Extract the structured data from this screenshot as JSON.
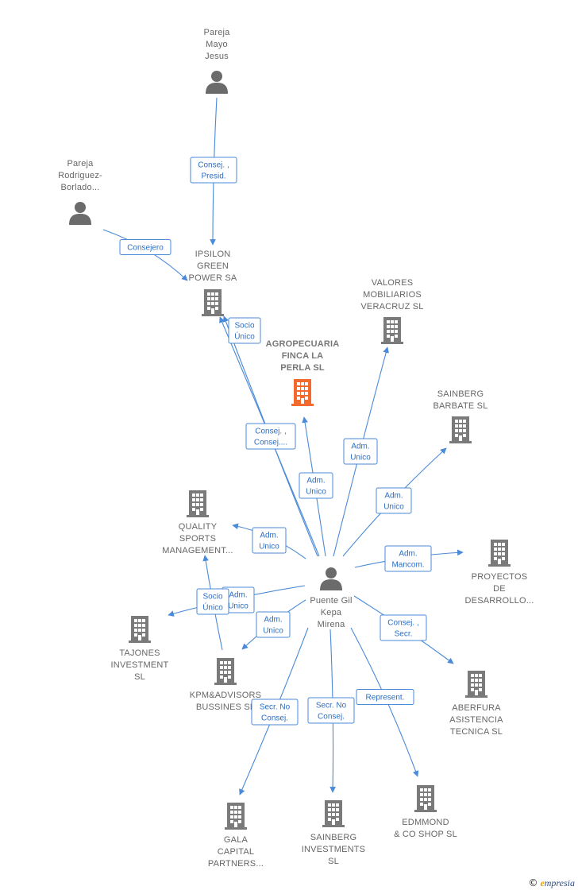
{
  "colors": {
    "edge": "#4a8ad8",
    "company": "#7a7a7a",
    "focus": "#f26a2e",
    "person": "#6b6b6b"
  },
  "nodes": [
    {
      "id": "pareja_mayo",
      "kind": "person",
      "label": [
        "Pareja",
        "Mayo",
        "Jesus"
      ]
    },
    {
      "id": "pareja_rodriguez",
      "kind": "person",
      "label": [
        "Pareja",
        "Rodriguez-",
        "Borlado..."
      ]
    },
    {
      "id": "ipsilon",
      "kind": "company",
      "label": [
        "IPSILON",
        "GREEN",
        "POWER SA"
      ]
    },
    {
      "id": "valores",
      "kind": "company",
      "label": [
        "VALORES",
        "MOBILIARIOS",
        "VERACRUZ  SL"
      ]
    },
    {
      "id": "agropecuaria",
      "kind": "focus",
      "label": [
        "AGROPECUARIA",
        "FINCA LA",
        "PERLA  SL"
      ]
    },
    {
      "id": "sainberg_barbate",
      "kind": "company",
      "label": [
        "SAINBERG",
        "BARBATE  SL"
      ]
    },
    {
      "id": "quality",
      "kind": "company",
      "label": [
        "QUALITY",
        "SPORTS",
        "MANAGEMENT..."
      ]
    },
    {
      "id": "proyectos",
      "kind": "company",
      "label": [
        "PROYECTOS",
        "DE",
        "DESARROLLO..."
      ]
    },
    {
      "id": "puente",
      "kind": "person",
      "label": [
        "Puente Gil",
        "Kepa",
        "Mirena"
      ]
    },
    {
      "id": "tajones",
      "kind": "company",
      "label": [
        "TAJONES",
        "INVESTMENT",
        "SL"
      ]
    },
    {
      "id": "kpm",
      "kind": "company",
      "label": [
        "KPM&ADVISORS",
        "BUSSINES  SL"
      ]
    },
    {
      "id": "aberfura",
      "kind": "company",
      "label": [
        "ABERFURA",
        "ASISTENCIA",
        "TECNICA  SL"
      ]
    },
    {
      "id": "gala",
      "kind": "company",
      "label": [
        "GALA",
        "CAPITAL",
        "PARTNERS..."
      ]
    },
    {
      "id": "sainberg_inv",
      "kind": "company",
      "label": [
        "SAINBERG",
        "INVESTMENTS",
        "SL"
      ]
    },
    {
      "id": "edmmond",
      "kind": "company",
      "label": [
        "EDMMOND",
        "& CO SHOP  SL"
      ]
    }
  ],
  "edges": [
    {
      "from": "pareja_mayo",
      "to": "ipsilon",
      "label": [
        "Consej. ,",
        "Presid."
      ]
    },
    {
      "from": "pareja_rodriguez",
      "to": "ipsilon",
      "label": [
        "Consejero"
      ]
    },
    {
      "from": "puente",
      "to": "ipsilon",
      "label": [
        "Socio",
        "Único"
      ]
    },
    {
      "from": "puente",
      "to": "ipsilon",
      "label": [
        "Consej. ,",
        "Consej...."
      ]
    },
    {
      "from": "puente",
      "to": "agropecuaria",
      "label": [
        "Adm.",
        "Unico"
      ]
    },
    {
      "from": "puente",
      "to": "valores",
      "label": [
        "Adm.",
        "Unico"
      ]
    },
    {
      "from": "puente",
      "to": "sainberg_barbate",
      "label": [
        "Adm.",
        "Unico"
      ]
    },
    {
      "from": "puente",
      "to": "quality",
      "label": [
        "Adm.",
        "Unico"
      ]
    },
    {
      "from": "puente",
      "to": "proyectos",
      "label": [
        "Adm.",
        "Mancom."
      ]
    },
    {
      "from": "puente",
      "to": "tajones",
      "label": [
        "Adm.",
        "Unico"
      ]
    },
    {
      "from": "kpm",
      "to": "quality",
      "label": [
        "Socio",
        "Único"
      ]
    },
    {
      "from": "puente",
      "to": "kpm",
      "label": [
        "Adm.",
        "Unico"
      ]
    },
    {
      "from": "puente",
      "to": "aberfura",
      "label": [
        "Consej. ,",
        "Secr."
      ]
    },
    {
      "from": "puente",
      "to": "gala",
      "label": [
        "Secr.  No",
        "Consej."
      ]
    },
    {
      "from": "puente",
      "to": "sainberg_inv",
      "label": [
        "Secr.  No",
        "Consej."
      ]
    },
    {
      "from": "puente",
      "to": "edmmond",
      "label": [
        "Represent."
      ]
    }
  ],
  "footer": {
    "symbol": "©",
    "brand_initial": "e",
    "brand_rest": "mpresia"
  }
}
